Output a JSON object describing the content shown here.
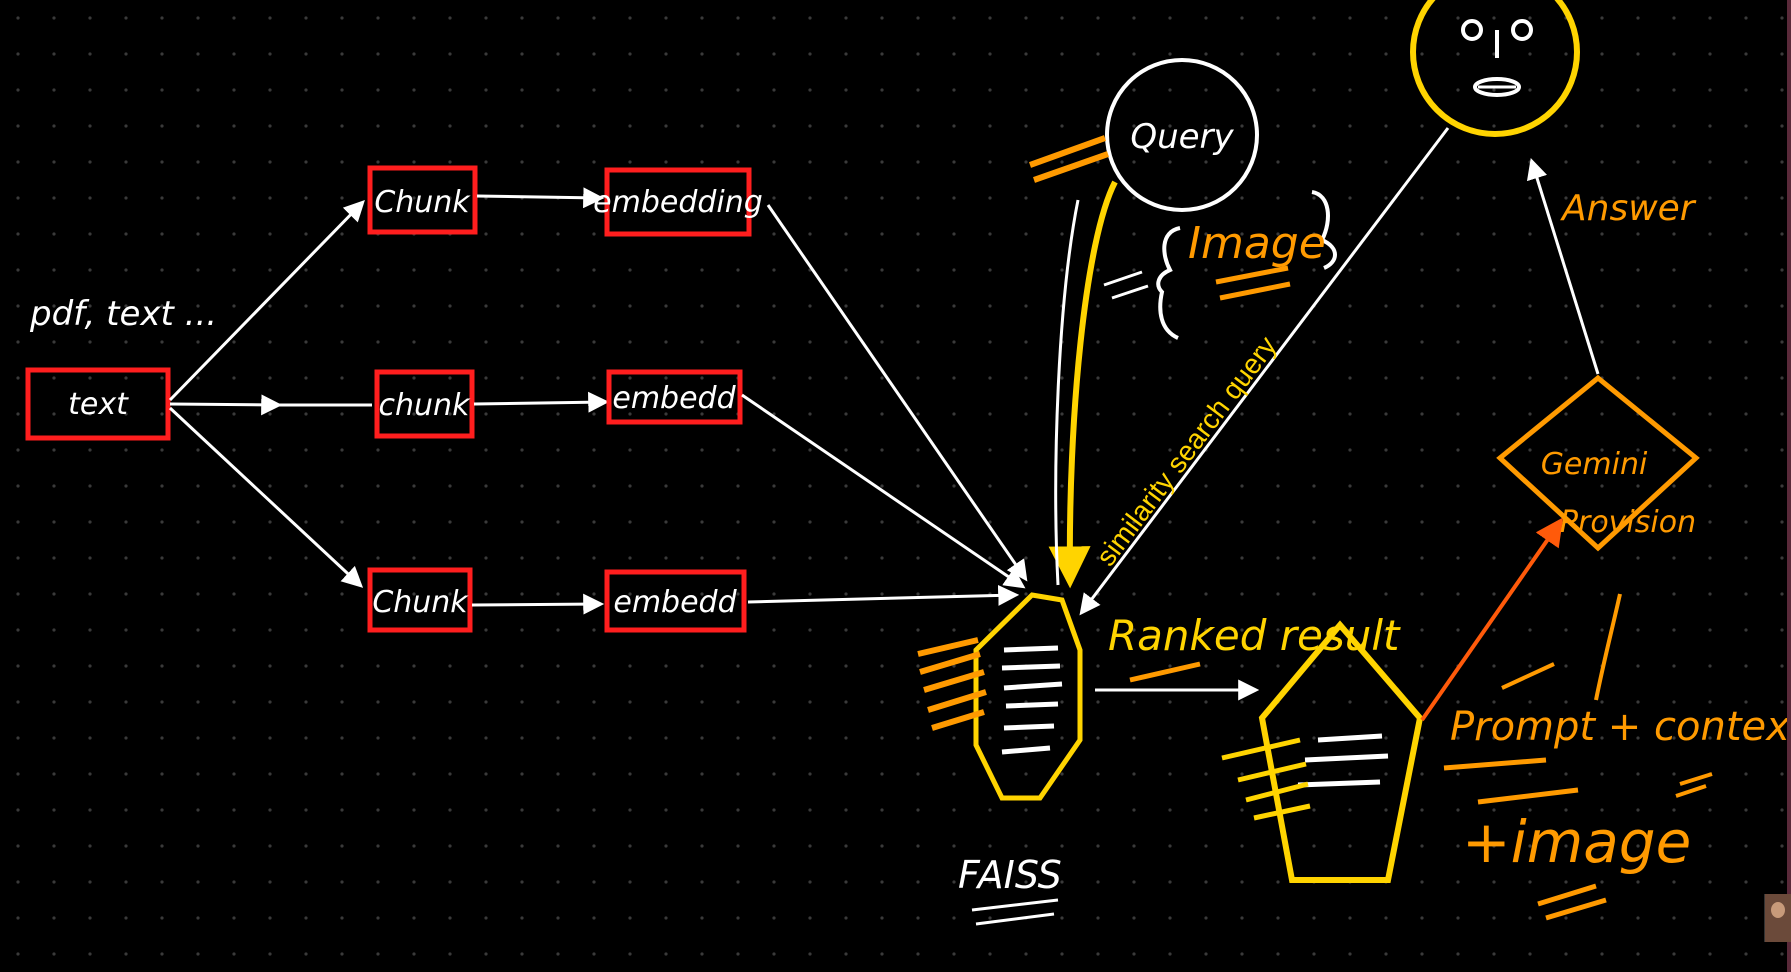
{
  "source_label": "pdf, text ...",
  "text_box": "text",
  "chunks": [
    "Chunk",
    "chunk",
    "Chunk"
  ],
  "embeds": [
    "embedding",
    "embedd",
    "embedd"
  ],
  "query": "Query",
  "image_note": "Image",
  "similarity": "similarity search query",
  "faiss": "FAISS",
  "ranked": "Ranked result",
  "gemini": "Gemini",
  "provision": "Provision",
  "prompt": "Prompt + context",
  "plus_image": "+image",
  "answer": "Answer",
  "colors": {
    "red": "#ff1e1e",
    "yellow": "#ffd400",
    "orange": "#ff9a00",
    "white": "#ffffff",
    "deep_orange": "#ff5a0a"
  }
}
